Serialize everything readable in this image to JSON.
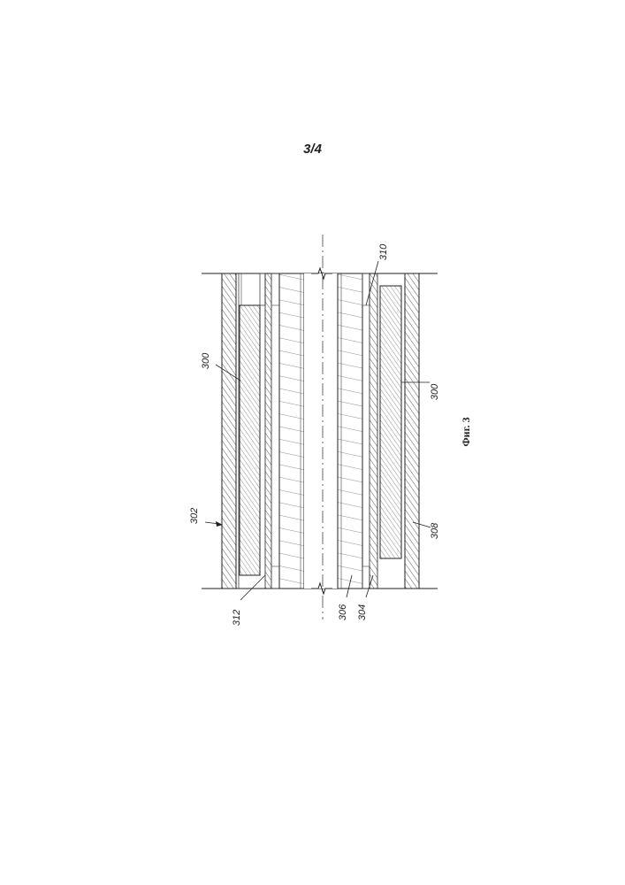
{
  "page": {
    "number": "3/4"
  },
  "figure": {
    "caption": "Фиг. 3",
    "labels": {
      "l300_left": "300",
      "l300_right": "300",
      "l302": "302",
      "l304": "304",
      "l306": "306",
      "l308": "308",
      "l310": "310",
      "l312": "312"
    }
  }
}
